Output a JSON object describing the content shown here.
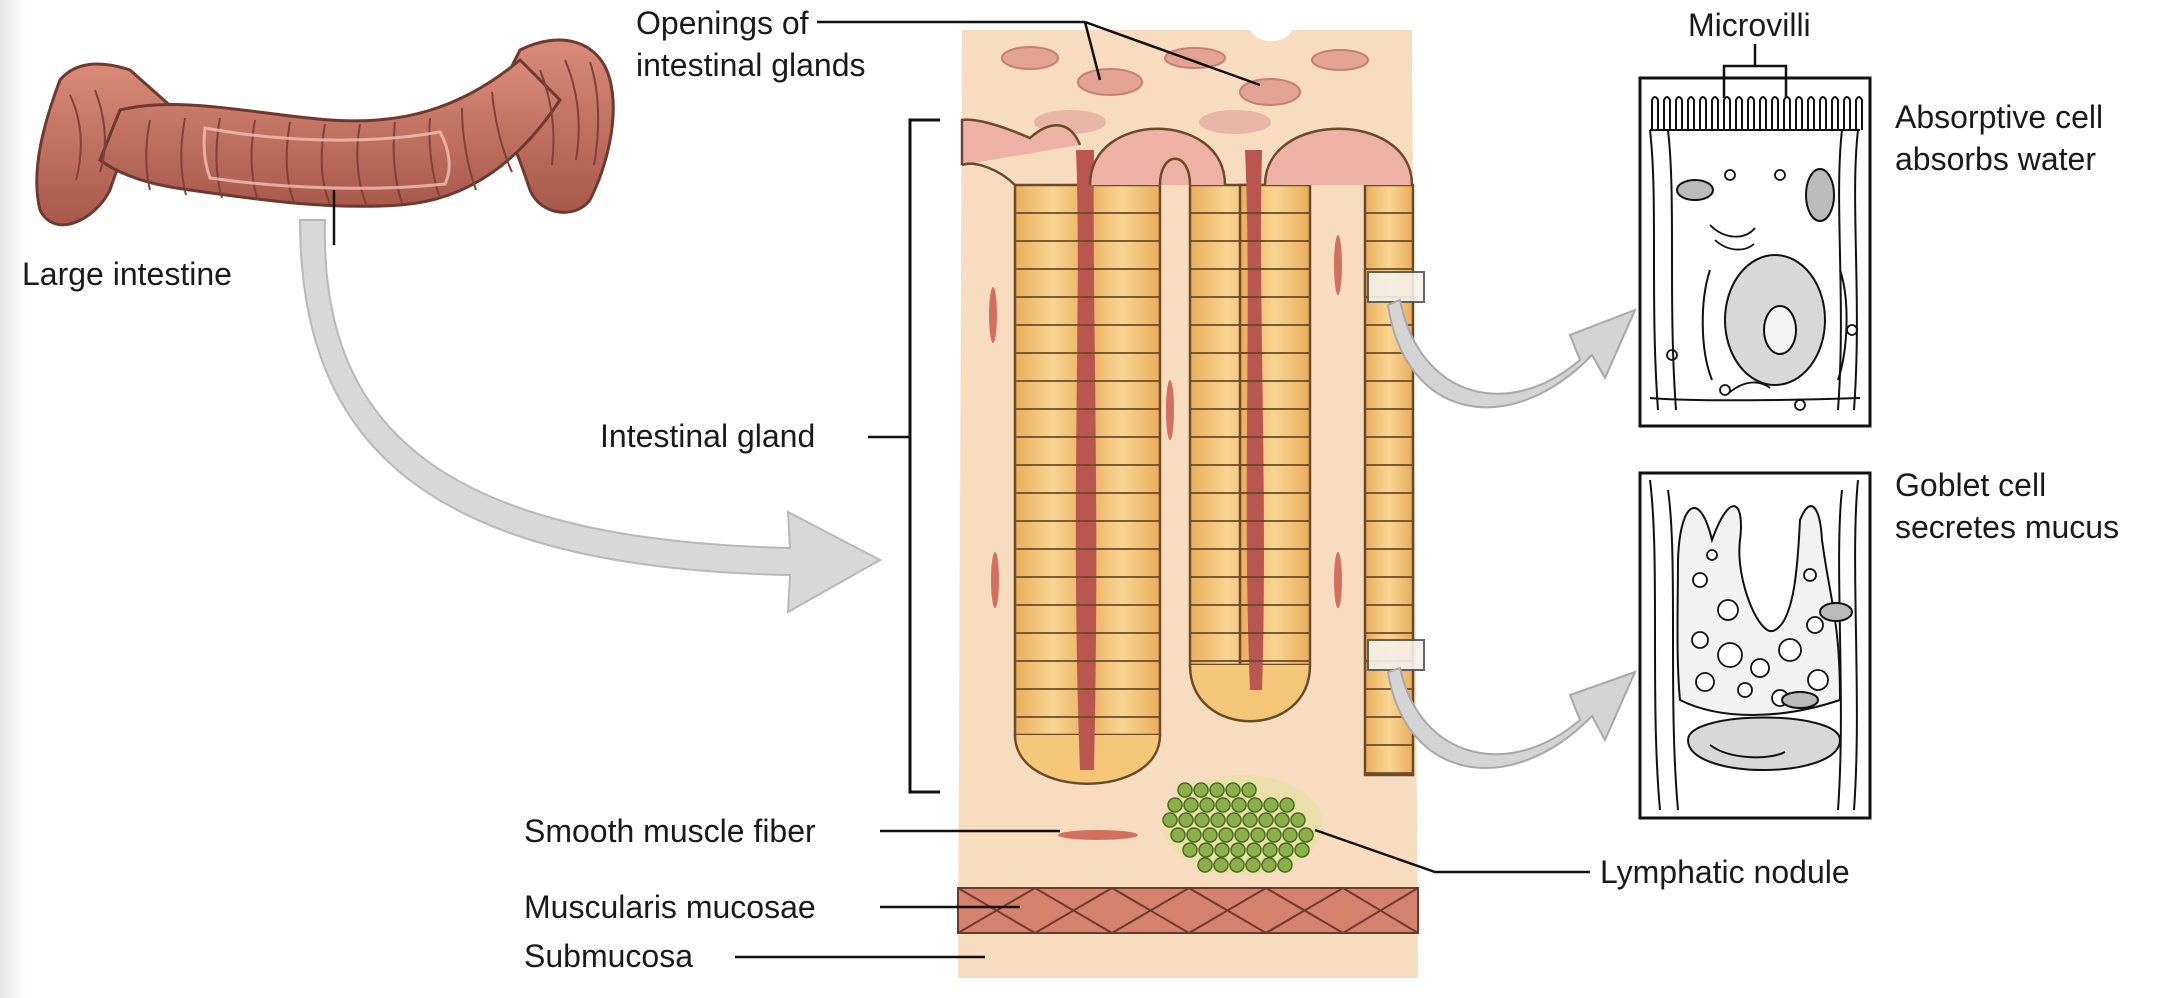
{
  "labels": {
    "large_intestine": "Large intestine",
    "openings_line1": "Openings of",
    "openings_line2": "intestinal glands",
    "intestinal_gland": "Intestinal gland",
    "smooth_muscle_fiber": "Smooth muscle fiber",
    "muscularis_mucosae": "Muscularis mucosae",
    "submucosa": "Submucosa",
    "lymphatic_nodule": "Lymphatic nodule",
    "microvilli": "Microvilli",
    "absorptive_line1": "Absorptive cell",
    "absorptive_line2": "absorbs water",
    "goblet_line1": "Goblet cell",
    "goblet_line2": "secretes mucus"
  },
  "colors": {
    "tissue": "#f8dcc0",
    "lumen": "#c0615e",
    "cell_yellow": "#f3c777",
    "cell_pink": "#eeb1a6",
    "colon": "#c87060",
    "nodule": "#8bb04a",
    "arrow": "#d4d4d4",
    "line": "#111111"
  }
}
